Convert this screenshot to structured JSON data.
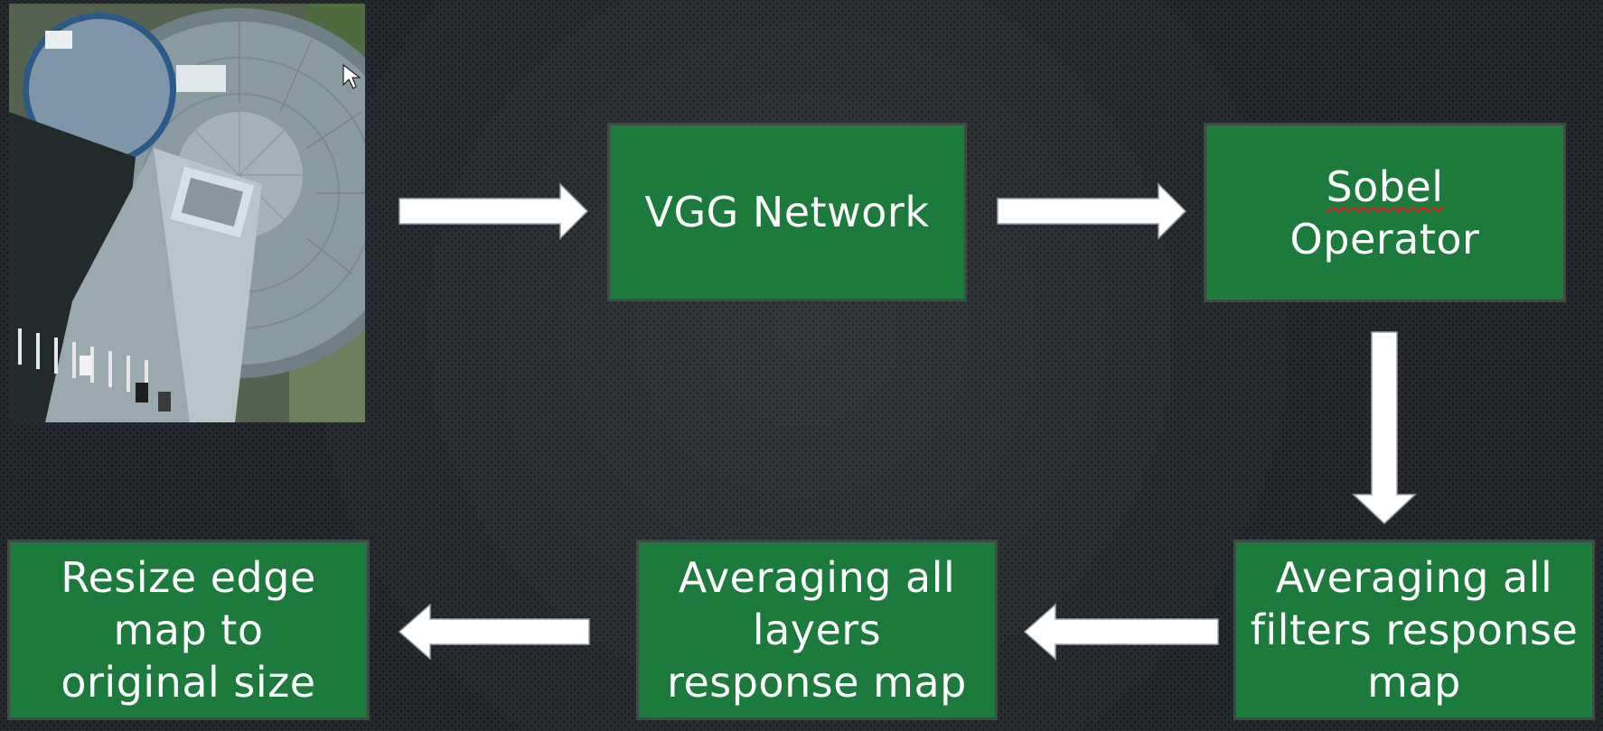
{
  "input_image": {
    "icon": "aerial-building-image-icon"
  },
  "boxes": {
    "vgg": "VGG Network",
    "sobel_line1": "Sobel",
    "sobel_line2": "Operator",
    "filters": "Averaging all\nfilters response\nmap",
    "layers": "Averaging all\nlayers\nresponse map",
    "resize": "Resize edge\nmap to\noriginal size"
  },
  "colors": {
    "box_fill": "#1c7a3d",
    "arrow_fill": "#ffffff",
    "background": "#262a2e"
  }
}
